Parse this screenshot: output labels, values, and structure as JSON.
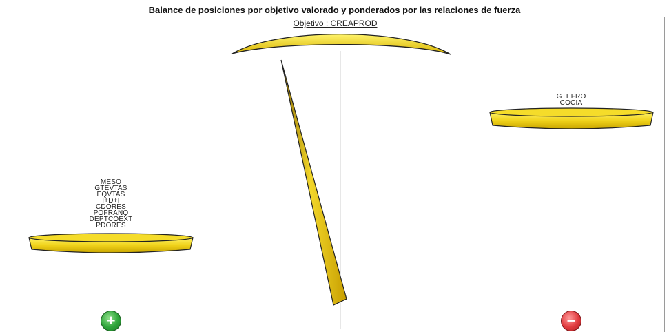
{
  "window": {
    "title": "Balance de posiciones por objetivo valorado y ponderados por las relaciones de fuerza"
  },
  "scale": {
    "objective_label": "Objetivo : CREAPROD",
    "left_pan_actors": [
      "MESO",
      "GTEVTAS",
      "EQVTAS",
      "I+D+I",
      "CDORES",
      "POFRANQ",
      "DEPTCOEXT",
      "PDORES"
    ],
    "right_pan_actors": [
      "GTEFRO",
      "COCIA"
    ],
    "colors": {
      "gold": "#f0d21a",
      "gold_dark": "#b89400",
      "outline": "#222222"
    }
  },
  "controls": {
    "plus_label": "+",
    "minus_label": "−",
    "plus_icon": "plus-circle-icon",
    "minus_icon": "minus-circle-icon"
  }
}
